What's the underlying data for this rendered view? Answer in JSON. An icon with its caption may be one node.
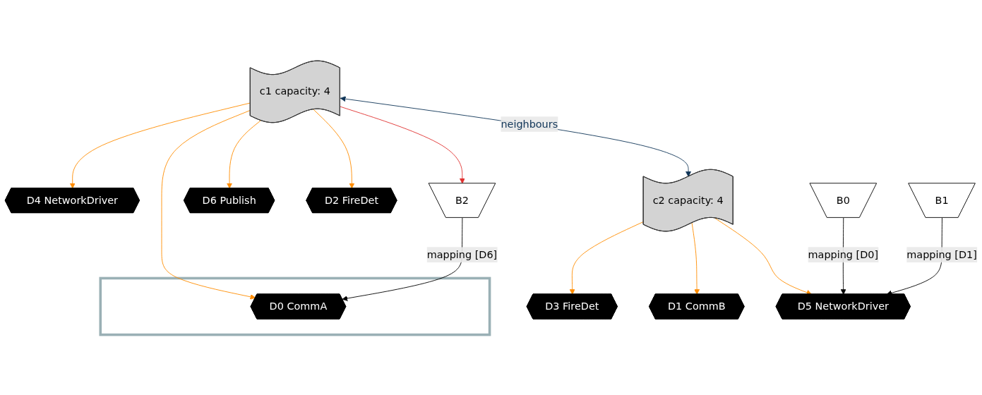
{
  "diagram": {
    "nodes": [
      {
        "text": [
          "c1 capacity: 4"
        ]
      },
      {
        "text": [
          "D4 NetworkDriver"
        ]
      },
      {
        "text": [
          "B2"
        ]
      },
      {
        "text": [
          "D6 Publish"
        ]
      },
      {
        "text": [
          "D2 FireDet"
        ]
      },
      {
        "text": [
          "c2 capacity: 4"
        ]
      },
      {
        "text": [
          "B0"
        ]
      },
      {
        "text": [
          "B1"
        ]
      },
      {
        "text": [],
        "shape": "box"
      },
      {
        "text": [
          "D0 CommA"
        ],
        "in": 8
      },
      {
        "text": [
          "D3 FireDet"
        ]
      },
      {
        "text": [
          "D1 CommB"
        ]
      },
      {
        "text": [
          "D5 NetworkDriver"
        ]
      }
    ],
    "edges": [
      {
        "from": 0,
        "to": 1,
        "arrow": "to",
        "color": "#ff8c00"
      },
      {
        "from": 0,
        "to": 2,
        "arrow": "to",
        "color": "#e0302f"
      },
      {
        "from": 0,
        "to": 9,
        "arrow": "to",
        "color": "#ff8c00"
      },
      {
        "from": 0,
        "to": 3,
        "arrow": "to",
        "color": "#ff8c00"
      },
      {
        "from": 0,
        "to": 4,
        "arrow": "to",
        "color": "#ff8c00"
      },
      {
        "from": 0,
        "to": 5,
        "arrow": "both",
        "label": "neighbours",
        "color": "#0f3457"
      },
      {
        "from": 2,
        "to": 9,
        "arrow": "to",
        "label": "mapping [D6]",
        "color": "#000000"
      },
      {
        "from": 5,
        "to": 10,
        "arrow": "to",
        "color": "#ff8c00"
      },
      {
        "from": 5,
        "to": 11,
        "arrow": "to",
        "color": "#ff8c00"
      },
      {
        "from": 5,
        "to": 12,
        "arrow": "to",
        "color": "#ff8c00"
      },
      {
        "from": 6,
        "to": 12,
        "arrow": "to",
        "label": "mapping [D0]",
        "color": "#000000"
      },
      {
        "from": 7,
        "to": 12,
        "arrow": "to",
        "label": "mapping [D1]",
        "color": "#000000"
      }
    ]
  }
}
